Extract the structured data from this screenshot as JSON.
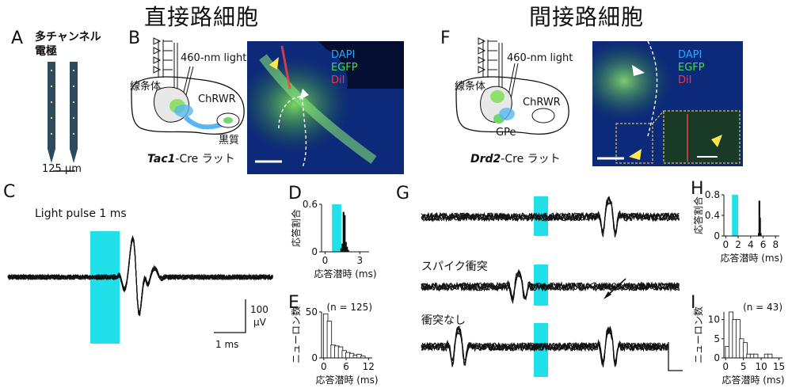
{
  "titles": {
    "direct": "直接路細胞",
    "indirect": "間接路細胞"
  },
  "colors": {
    "cyan": "#22e0ea",
    "dapi": "#2aa8ff",
    "egfp": "#44dd44",
    "dil": "#ff3333",
    "pink": "#ff9fb5"
  },
  "panel_A": {
    "label": "A",
    "electrode": "多チャンネル\n電極",
    "scale": "125 µm"
  },
  "panel_B": {
    "label": "B",
    "light": "460-nm light",
    "striatum": "線条体",
    "chrwr": "ChRWR",
    "nigra": "黒質",
    "rat_gene": "Tac1",
    "rat_suffix": "-Cre ラット",
    "dapi": "DAPI",
    "egfp": "EGFP",
    "dil": "DiI"
  },
  "panel_F": {
    "label": "F",
    "light": "460-nm light",
    "striatum": "線条体",
    "chrwr": "ChRWR",
    "gpe": "GPe",
    "rat_gene": "Drd2",
    "rat_suffix": "-Cre ラット",
    "dapi": "DAPI",
    "egfp": "EGFP",
    "dil": "DiI"
  },
  "panel_C": {
    "label": "C",
    "pulse": "Light pulse 1 ms",
    "scale_y": "100",
    "scale_unit": "µV",
    "scale_x": "1 ms"
  },
  "panel_G": {
    "label": "G",
    "collision": "スパイク衝突",
    "no_collision": "衝突なし"
  },
  "chart_data": [
    {
      "id": "D",
      "type": "bar",
      "xlabel": "応答潜時 (ms)",
      "ylabel": "応答割合",
      "yticks": [
        "0",
        "0.6"
      ],
      "xticks": [
        "0",
        "3"
      ],
      "xlim": [
        -0.3,
        3.8
      ],
      "ylim": [
        0,
        0.6
      ],
      "light_window": [
        0.6,
        1.4
      ],
      "x": [
        1.4,
        1.5,
        1.6,
        1.7,
        1.8,
        1.9,
        2.0
      ],
      "values": [
        0.04,
        0.1,
        0.5,
        0.46,
        0.12,
        0.06,
        0.02
      ]
    },
    {
      "id": "E",
      "type": "bar",
      "annotation": "(n = 125)",
      "xlabel": "応答潜時 (ms)",
      "ylabel": "ニューロン数",
      "yticks": [
        "0",
        "50"
      ],
      "xticks": [
        "0",
        "6",
        "12"
      ],
      "xlim": [
        -0.6,
        13
      ],
      "ylim": [
        0,
        50
      ],
      "x": [
        0.5,
        1.5,
        2.5,
        3.5,
        4.5,
        5.5,
        6.5,
        7.5,
        8.5,
        9.5,
        10.5
      ],
      "values": [
        48,
        40,
        14,
        13,
        12,
        8,
        6,
        5,
        3,
        4,
        2
      ]
    },
    {
      "id": "H",
      "type": "bar",
      "xlabel": "応答潜時 (ms)",
      "ylabel": "応答割合",
      "yticks": [
        "0",
        "0.4",
        "0.8"
      ],
      "xticks": [
        "0",
        "2",
        "4",
        "6",
        "8"
      ],
      "xlim": [
        -0.3,
        8.6
      ],
      "ylim": [
        0,
        0.8
      ],
      "light_window": [
        1.0,
        2.0
      ],
      "x": [
        5.3,
        5.4,
        5.5,
        5.6
      ],
      "values": [
        0.05,
        0.68,
        0.35,
        0.05
      ]
    },
    {
      "id": "I",
      "type": "bar",
      "annotation": "(n = 43)",
      "xlabel": "応答潜時 (ms)",
      "ylabel": "ニューロン数",
      "yticks": [
        "0",
        "5",
        "10"
      ],
      "xticks": [
        "0",
        "5",
        "10",
        "15"
      ],
      "xlim": [
        -0.5,
        16
      ],
      "ylim": [
        0,
        12
      ],
      "x": [
        0.5,
        1.5,
        2.5,
        3.5,
        4.5,
        5.5,
        6.5,
        7.5,
        8.5,
        9.5,
        10.5,
        11.5,
        12.5
      ],
      "values": [
        3,
        12,
        10,
        10,
        5,
        4,
        1,
        1,
        1,
        0,
        0,
        1,
        1
      ]
    }
  ]
}
